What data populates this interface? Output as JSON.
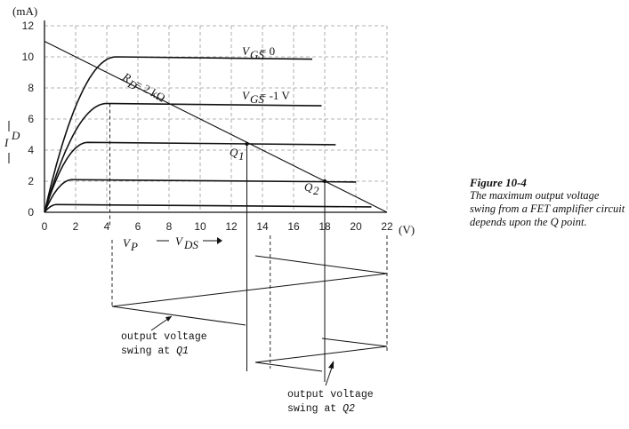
{
  "chart_data": {
    "type": "line",
    "y_unit": "(mA)",
    "x_unit": "(V)",
    "xlim": [
      0,
      22
    ],
    "ylim": [
      0,
      12
    ],
    "x_ticks": [
      0,
      2,
      4,
      6,
      8,
      10,
      12,
      14,
      16,
      18,
      20,
      22
    ],
    "y_ticks": [
      0,
      2,
      4,
      6,
      8,
      10,
      12
    ],
    "y_axis_label": "I_D",
    "x_axis_label": "V_DS",
    "vp_label": "V_P",
    "grid": true,
    "curves": [
      {
        "label": "V_GS = 0",
        "id_sat": 10.0,
        "vsat": 4.6,
        "x_end": 17.2
      },
      {
        "label": "V_GS = -1 V",
        "id_sat": 7.0,
        "vsat": 4.0,
        "x_end": 17.8
      },
      {
        "label": "",
        "id_sat": 4.5,
        "vsat": 2.8,
        "x_end": 18.7
      },
      {
        "label": "",
        "id_sat": 2.1,
        "vsat": 1.8,
        "x_end": 20.0
      },
      {
        "label": "",
        "id_sat": 0.5,
        "vsat": 0.8,
        "x_end": 21.0
      }
    ],
    "load_line": {
      "label": "R_D = 2 kΩ",
      "points": [
        [
          0,
          11
        ],
        [
          22,
          0
        ]
      ]
    },
    "q_points": [
      {
        "label": "Q_1",
        "x": 13.0,
        "y": 4.4
      },
      {
        "label": "Q_2",
        "x": 18.0,
        "y": 2.0
      }
    ],
    "swing_annotations": [
      "output voltage swing at Q_1",
      "output voltage swing at Q_2"
    ]
  },
  "caption": {
    "figure_label": "Figure 10-4",
    "text": "The maximum output voltage swing from a FET amplifier circuit depends upon the Q point."
  },
  "labels": {
    "y_unit": "(mA)",
    "x_unit": "(V)",
    "vgs0_main": "V",
    "vgs0_sub": "GS",
    "vgs0_rest": " = 0",
    "vgs1_main": "V",
    "vgs1_sub": "GS",
    "vgs1_rest": " = -1 V",
    "rd_main": "R",
    "rd_sub": "D",
    "rd_rest": " = 2 kΩ",
    "q1_main": "Q",
    "q1_sub": "1",
    "q2_main": "Q",
    "q2_sub": "2",
    "id_main": "I",
    "id_sub": "D",
    "vds_main": "V",
    "vds_sub": "DS",
    "vp_main": "V",
    "vp_sub": "P",
    "swing1_line1": "output voltage",
    "swing1_line2": "swing at ",
    "swing1_q": "Q1",
    "swing2_line1": "output voltage",
    "swing2_line2": "swing at ",
    "swing2_q": "Q2"
  }
}
